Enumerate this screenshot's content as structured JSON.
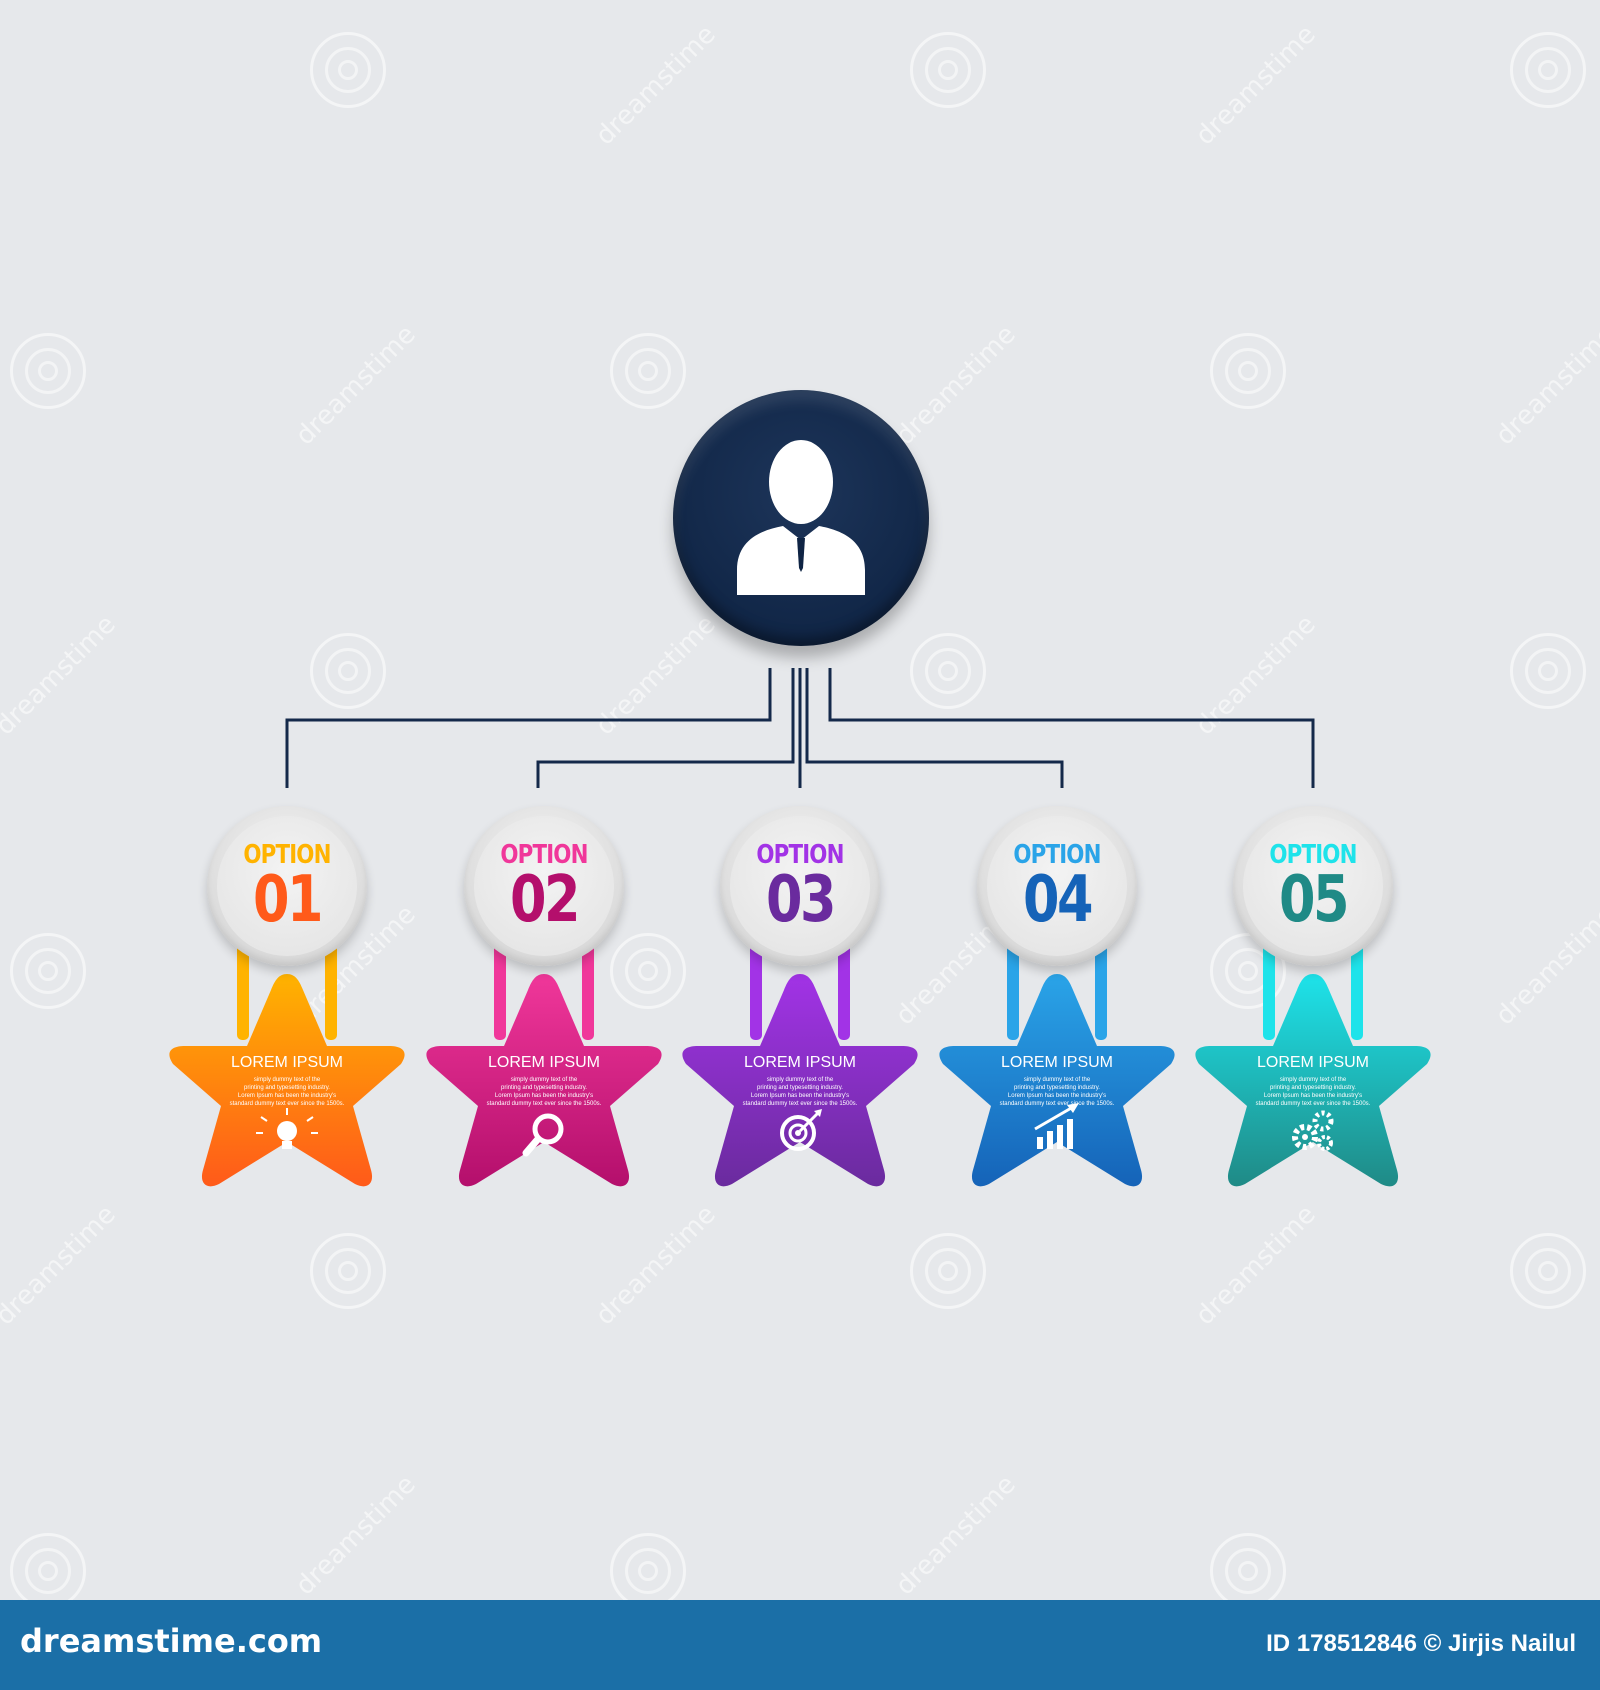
{
  "center_node": {
    "icon": "user-icon",
    "color": "#14294a"
  },
  "options": [
    {
      "label": "OPTION",
      "number": "01",
      "title": "LOREM IPSUM",
      "desc": [
        "simply dummy text of the",
        "printing and typesetting industry.",
        "Lorem Ipsum has been the industry's",
        "standard dummy text ever since the 1500s."
      ],
      "icon": "lightbulb-icon",
      "color_top": "#ffb300",
      "color_bottom": "#ff5a1a"
    },
    {
      "label": "OPTION",
      "number": "02",
      "title": "LOREM IPSUM",
      "desc": [
        "simply dummy text of the",
        "printing and typesetting industry.",
        "Lorem Ipsum has been the industry's",
        "standard dummy text ever since the 1500s."
      ],
      "icon": "magnifier-icon",
      "color_top": "#f0379a",
      "color_bottom": "#b40f6c"
    },
    {
      "label": "OPTION",
      "number": "03",
      "title": "LOREM IPSUM",
      "desc": [
        "simply dummy text of the",
        "printing and typesetting industry.",
        "Lorem Ipsum has been the industry's",
        "standard dummy text ever since the 1500s."
      ],
      "icon": "target-icon",
      "color_top": "#a233e6",
      "color_bottom": "#6a2b9e"
    },
    {
      "label": "OPTION",
      "number": "04",
      "title": "LOREM IPSUM",
      "desc": [
        "simply dummy text of the",
        "printing and typesetting industry.",
        "Lorem Ipsum has been the industry's",
        "standard dummy text ever since the 1500s."
      ],
      "icon": "bar-chart-icon",
      "color_top": "#2aa4e8",
      "color_bottom": "#1563b8"
    },
    {
      "label": "OPTION",
      "number": "05",
      "title": "LOREM IPSUM",
      "desc": [
        "simply dummy text of the",
        "printing and typesetting industry.",
        "Lorem Ipsum has been the industry's",
        "standard dummy text ever since the 1500s."
      ],
      "icon": "gears-icon",
      "color_top": "#1ee3ea",
      "color_bottom": "#1f8a86"
    }
  ],
  "watermark": {
    "text": "dreamstime"
  },
  "footer": {
    "brand": "dreamstime.com",
    "credit": "ID 178512846 © Jirjis Nailul"
  }
}
